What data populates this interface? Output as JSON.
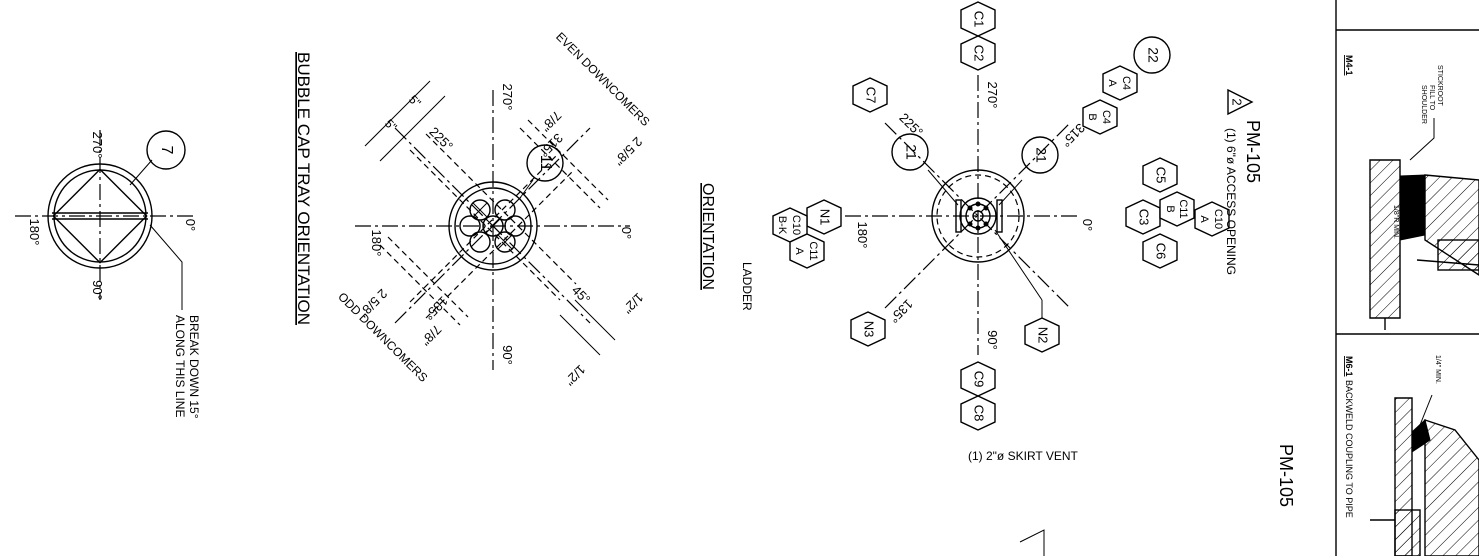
{
  "left_view": {
    "angle_0": "0°",
    "angle_90": "90°",
    "angle_180": "180°",
    "angle_270": "270°",
    "bubble": "7",
    "note_line1": "BREAK DOWN 15°",
    "note_line2": "ALONG THIS LINE"
  },
  "tray": {
    "title": "BUBBLE CAP TRAY ORIENTATION",
    "angle_0": "0°",
    "angle_90": "90°",
    "angle_180": "180°",
    "angle_270": "270°",
    "angle_45": "45°",
    "angle_135": "135°",
    "angle_225": "225°",
    "angle_315": "315°",
    "bubble": "11",
    "even_downcomers": "EVEN DOWNCOMERS",
    "odd_downcomers": "ODD DOWNCOMERS",
    "dim_5a": "5\"",
    "dim_5b": "5\"",
    "dim_7_8_top": "7/8\"",
    "dim_2_5_8_top": "2 5/8\"",
    "dim_2_5_8_bot": "2 5/8\"",
    "dim_7_8_bot": "7/8\"",
    "dim_1_2_a": "1/2\"",
    "dim_1_2_b": "1/2\""
  },
  "orientation": {
    "title": "ORIENTATION",
    "ladder": "LADDER",
    "angle_0": "0°",
    "angle_90": "90°",
    "angle_135": "135°",
    "angle_180": "180°",
    "angle_225": "225°",
    "angle_270": "270°",
    "angle_315": "315°",
    "skirt_vent": "(1) 2\"ø SKIRT VENT",
    "access_opening": "(1) 6\"ø ACCESS OPENING",
    "mark_top": "PM-105",
    "mark_bottom": "PM-105",
    "rev": "2",
    "nozzles": {
      "c1": "C1",
      "c2": "C2",
      "c7": "C7",
      "c4a": "C4",
      "c4a_sub": "A",
      "c4b": "C4",
      "c4b_sub": "B",
      "c5": "C5",
      "c3": "C3",
      "c6": "C6",
      "c11b": "C11",
      "c11b_sub": "B",
      "c10a": "C10",
      "c10a_sub": "A",
      "n1": "N1",
      "c10bk": "C10",
      "c10bk_sub": "B-K",
      "c11a": "C11",
      "c11a_sub": "A",
      "n3": "N3",
      "n2": "N2",
      "c9": "C9",
      "c8": "C8"
    },
    "bubbles": {
      "b22": "22",
      "b21_left": "21",
      "b21_right": "21"
    }
  },
  "details": {
    "m4_title": "M4-1",
    "m4_stickroot": "STICKROOT",
    "m4_fill_to": "FILL TO",
    "m4_shoulder": "SHOULDER",
    "m4_min": "1/8\"R MIN.",
    "m6_title": "M6-1",
    "m6_label": "BACKWELD COUPLING TO PIPE",
    "m6_min": "1/4\" MIN."
  }
}
